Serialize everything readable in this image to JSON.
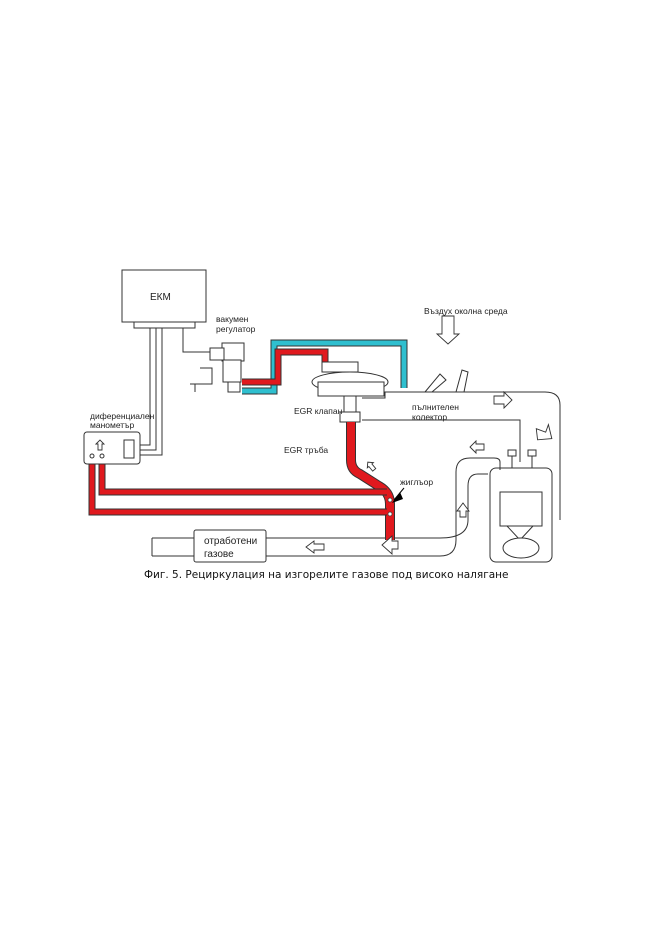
{
  "labels": {
    "ecm": "ЕКМ",
    "vacuum_regulator_line1": "вакумен",
    "vacuum_regulator_line2": "регулатор",
    "ambient_air": "Въздух околна среда",
    "egr_valve": "EGR клапан",
    "intake_manifold_line1": "пълнителен",
    "intake_manifold_line2": "колектор",
    "egr_pipe": "EGR тръба",
    "diff_gauge_line1": "диференциален",
    "diff_gauge_line2": "манометър",
    "orifice": "жиглъор",
    "exhaust_line1": "отработени",
    "exhaust_line2": "газове"
  },
  "caption": "Фиг. 5. Рециркулация на изгорелите газове под високо налягане",
  "colors": {
    "exhaust_recirc": "#e0191e",
    "vacuum_line": "#2fbfcf",
    "outline": "#333333"
  }
}
